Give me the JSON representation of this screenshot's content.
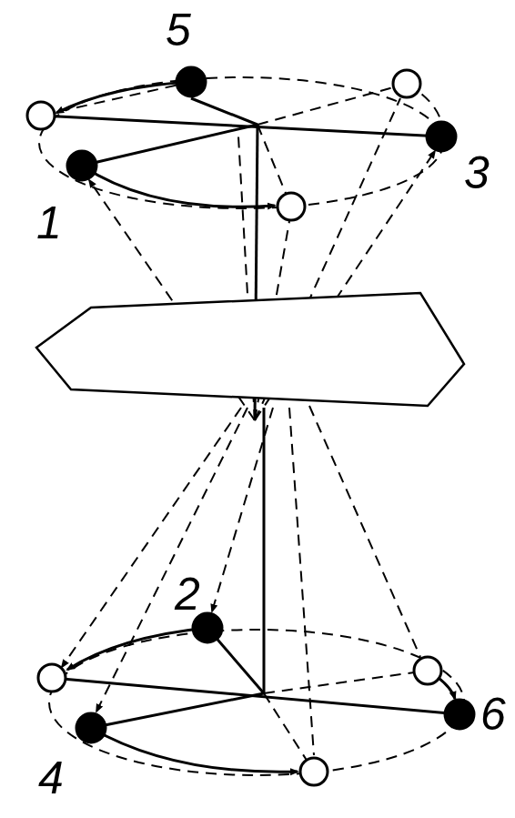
{
  "diagram": {
    "labels": [
      "5",
      "3",
      "1",
      "2",
      "4",
      "6"
    ]
  }
}
